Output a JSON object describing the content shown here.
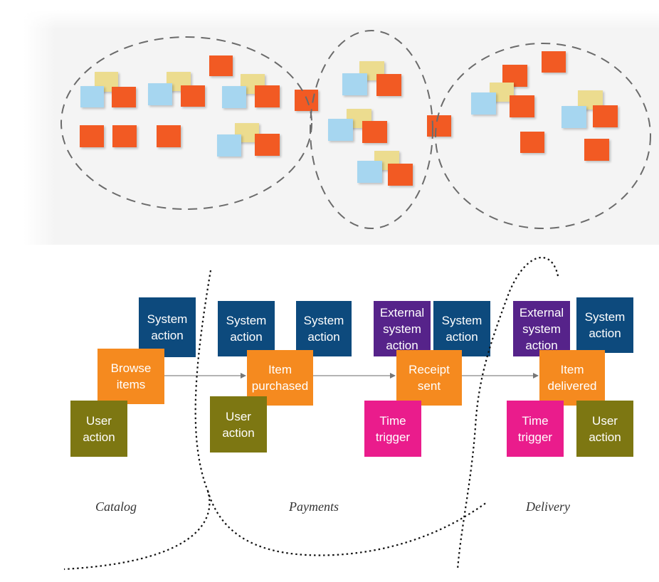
{
  "colors": {
    "blue_note": "#a6d6f0",
    "yellow_note": "#ecdc8f",
    "orange_note": "#f25a23",
    "system_action": "#0d4a7d",
    "orange_event": "#f58a1f",
    "user_action": "#7d7712",
    "external_system": "#56238a",
    "time_trigger": "#ea1c8c",
    "dashed_border": "#6b6b6b",
    "dotted_border": "#111111"
  },
  "flow": {
    "events": {
      "browse_items": "Browse\nitems",
      "item_purchased": "Item\npurchased",
      "receipt_sent": "Receipt\nsent",
      "item_delivered": "Item\ndelivered"
    },
    "catalog": {
      "system_action": "System\naction",
      "user_action": "User\naction"
    },
    "payments": {
      "system_action_1": "System\naction",
      "system_action_2": "System\naction",
      "user_action": "User\naction"
    },
    "receipt": {
      "external_system_action": "External\nsystem\naction",
      "system_action": "System\naction",
      "time_trigger": "Time\ntrigger"
    },
    "delivery": {
      "external_system_action": "External\nsystem\naction",
      "system_action": "System\naction",
      "time_trigger": "Time\ntrigger",
      "user_action": "User\naction"
    }
  },
  "contexts": {
    "catalog": "Catalog",
    "payments": "Payments",
    "delivery": "Delivery"
  }
}
